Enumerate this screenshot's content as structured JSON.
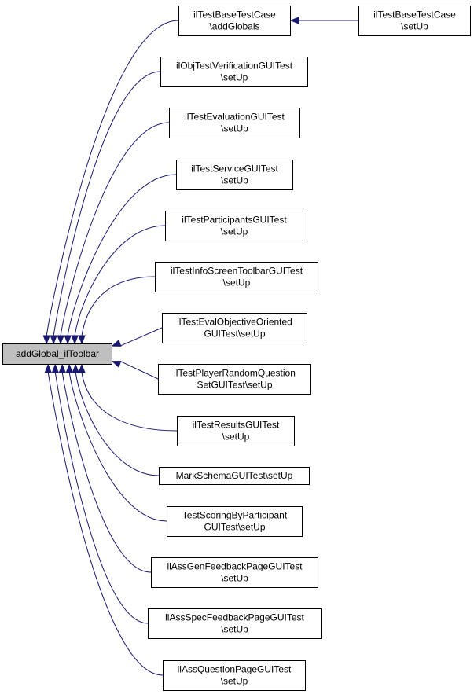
{
  "root": {
    "label": "addGlobal_ilToolbar"
  },
  "nodes": [
    {
      "id": "n_addglobals",
      "lines": [
        "ilTestBaseTestCase",
        "\\addGlobals"
      ]
    },
    {
      "id": "n_base_setup",
      "lines": [
        "ilTestBaseTestCase",
        "\\setUp"
      ]
    },
    {
      "id": "n_objtest",
      "lines": [
        "ilObjTestVerificationGUITest",
        "\\setUp"
      ]
    },
    {
      "id": "n_evaluation",
      "lines": [
        "ilTestEvaluationGUITest",
        "\\setUp"
      ]
    },
    {
      "id": "n_service",
      "lines": [
        "ilTestServiceGUITest",
        "\\setUp"
      ]
    },
    {
      "id": "n_participants",
      "lines": [
        "ilTestParticipantsGUITest",
        "\\setUp"
      ]
    },
    {
      "id": "n_infoscreen",
      "lines": [
        "ilTestInfoScreenToolbarGUITest",
        "\\setUp"
      ]
    },
    {
      "id": "n_evalobjective",
      "lines": [
        "ilTestEvalObjectiveOriented",
        "GUITest\\setUp"
      ]
    },
    {
      "id": "n_playerrandom",
      "lines": [
        "ilTestPlayerRandomQuestion",
        "SetGUITest\\setUp"
      ]
    },
    {
      "id": "n_results",
      "lines": [
        "ilTestResultsGUITest",
        "\\setUp"
      ]
    },
    {
      "id": "n_markschema",
      "lines": [
        "MarkSchemaGUITest\\setUp"
      ]
    },
    {
      "id": "n_scoring",
      "lines": [
        "TestScoringByParticipant",
        "GUITest\\setUp"
      ]
    },
    {
      "id": "n_assgen",
      "lines": [
        "ilAssGenFeedbackPageGUITest",
        "\\setUp"
      ]
    },
    {
      "id": "n_assspec",
      "lines": [
        "ilAssSpecFeedbackPageGUITest",
        "\\setUp"
      ]
    },
    {
      "id": "n_assquestion",
      "lines": [
        "ilAssQuestionPageGUITest",
        "\\setUp"
      ]
    }
  ],
  "edges": [
    {
      "from": "n_addglobals",
      "to": "root"
    },
    {
      "from": "n_base_setup",
      "to": "n_addglobals"
    },
    {
      "from": "n_objtest",
      "to": "root"
    },
    {
      "from": "n_evaluation",
      "to": "root"
    },
    {
      "from": "n_service",
      "to": "root"
    },
    {
      "from": "n_participants",
      "to": "root"
    },
    {
      "from": "n_infoscreen",
      "to": "root"
    },
    {
      "from": "n_evalobjective",
      "to": "root"
    },
    {
      "from": "n_playerrandom",
      "to": "root"
    },
    {
      "from": "n_results",
      "to": "root"
    },
    {
      "from": "n_markschema",
      "to": "root"
    },
    {
      "from": "n_scoring",
      "to": "root"
    },
    {
      "from": "n_assgen",
      "to": "root"
    },
    {
      "from": "n_assspec",
      "to": "root"
    },
    {
      "from": "n_assquestion",
      "to": "root"
    }
  ],
  "colors": {
    "edge": "#191970",
    "root_fill": "#bfbfbf",
    "node_fill": "#ffffff",
    "border": "#000000"
  }
}
